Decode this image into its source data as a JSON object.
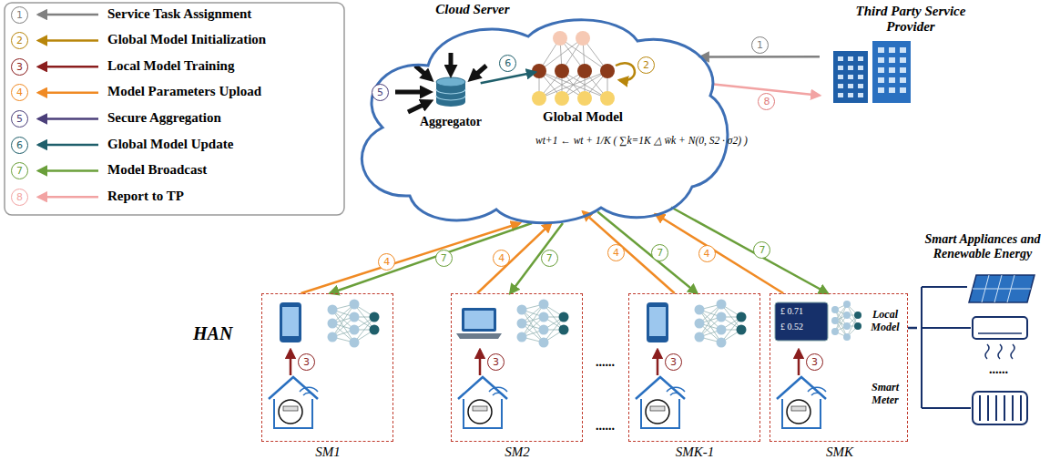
{
  "diagram": {
    "nodes": [
      {
        "text": [
          "Cloud Server"
        ]
      },
      {
        "text": [
          "Aggregator"
        ],
        "in": 0
      },
      {
        "text": [
          "Global Model"
        ],
        "in": 0
      },
      {
        "text": [
          "Third Party Service Provider"
        ]
      },
      {
        "text": [
          "SM1"
        ]
      },
      {
        "text": [
          "SM2"
        ]
      },
      {
        "text": [
          "SMK-1"
        ]
      },
      {
        "text": [
          "Local Model",
          "Smart Meter",
          "SMK"
        ]
      },
      {
        "text": [
          "Smart Appliances and Renewable Energy"
        ]
      }
    ],
    "edges": [
      {
        "from": 3,
        "to": 0,
        "arrow": "to",
        "label": "1"
      },
      {
        "from": 0,
        "to": 3,
        "arrow": "to",
        "label": "8"
      },
      {
        "from": 1,
        "to": 2,
        "arrow": "to",
        "label": "6"
      },
      {
        "from": 4,
        "to": 0,
        "arrow": "to",
        "label": "4"
      },
      {
        "from": 0,
        "to": 4,
        "arrow": "to",
        "label": "7"
      },
      {
        "from": 5,
        "to": 0,
        "arrow": "to",
        "label": "4"
      },
      {
        "from": 0,
        "to": 5,
        "arrow": "to",
        "label": "7"
      },
      {
        "from": 6,
        "to": 0,
        "arrow": "to",
        "label": "4"
      },
      {
        "from": 0,
        "to": 6,
        "arrow": "to",
        "label": "7"
      },
      {
        "from": 7,
        "to": 0,
        "arrow": "to",
        "label": "4"
      },
      {
        "from": 0,
        "to": 7,
        "arrow": "to",
        "label": "7"
      },
      {
        "from": 7,
        "to": 8,
        "arrow": "none"
      }
    ],
    "labels": [
      "1",
      "2",
      "3",
      "4",
      "5",
      "6",
      "7",
      "8",
      "2",
      "5",
      "wt+1 ← wt + 1/K ( ∑k=1K △ w̄k + N(0, S2 · σ2) )",
      "HAN",
      "3",
      "3",
      "3",
      "3",
      "......",
      "......",
      "......",
      "£ 0.71",
      "£ 0.52"
    ],
    "legend": [
      {
        "text": "Service Task Assignment"
      },
      {
        "text": "Global Model Initialization"
      },
      {
        "text": "Local Model Training"
      },
      {
        "text": "Model Parameters Upload"
      },
      {
        "text": "Secure Aggregation"
      },
      {
        "text": "Global Model Update"
      },
      {
        "text": "Model Broadcast"
      },
      {
        "text": "Report to TP"
      }
    ]
  }
}
